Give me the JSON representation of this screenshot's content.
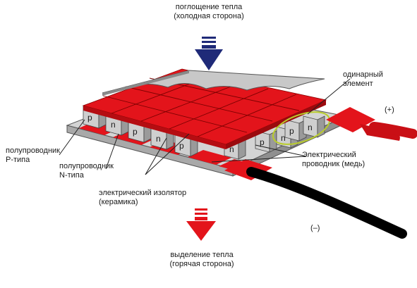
{
  "labels": {
    "heat_absorb_line1": "поглощение тепла",
    "heat_absorb_line2": "(холодная сторона)",
    "single_element_line1": "одинарный",
    "single_element_line2": "элемент",
    "plus": "(+)",
    "minus": "(–)",
    "p_type_line1": "полупроводник",
    "p_type_line2": "P-типа",
    "n_type_line1": "полупроводник",
    "n_type_line2": "N-типа",
    "conductor_line1": "Электрический",
    "conductor_line2": "проводник (медь)",
    "insulator_line1": "электрический изолятор",
    "insulator_line2": "(керамика)",
    "heat_release_line1": "выделение тепла",
    "heat_release_line2": "(горячая сторона)"
  },
  "legs": {
    "p": "p",
    "n": "n"
  },
  "colors": {
    "cold_arrow": "#1f2a78",
    "hot_arrow": "#e3141b",
    "copper_red": "#e3141b",
    "ceramic": "#c8c8c8",
    "highlight_ellipse": "#b9cc2a"
  }
}
